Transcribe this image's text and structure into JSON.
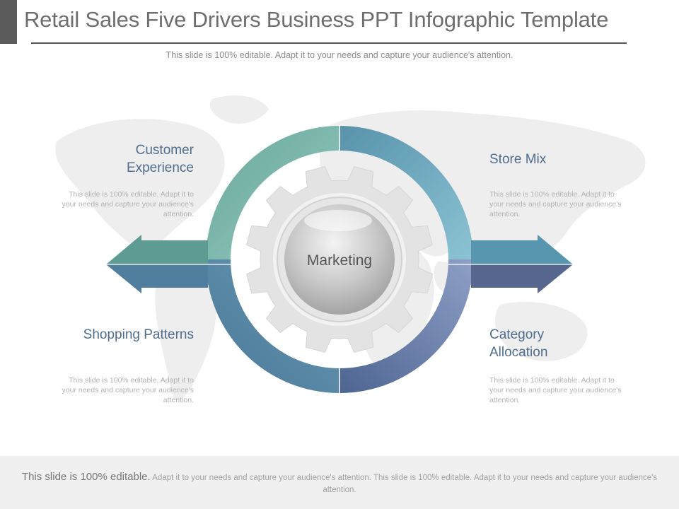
{
  "slide": {
    "title": "Retail Sales Five Drivers Business PPT Infographic Template",
    "subtitle": "This slide is 100% editable. Adapt it to your needs and capture your audience's attention."
  },
  "center": {
    "label": "Marketing"
  },
  "drivers": [
    {
      "heading": "Customer Experience",
      "body": "This slide is 100% editable. Adapt it to your needs and capture your audience's attention.",
      "color": "#5aa69a"
    },
    {
      "heading": "Store Mix",
      "body": "This slide is 100% editable. Adapt it to your needs and capture your audience's attention.",
      "color": "#5b98b0"
    },
    {
      "heading": "Shopping Patterns",
      "body": "This slide is 100% editable. Adapt it to your needs and capture your audience's attention.",
      "color": "#4f7fa0"
    },
    {
      "heading": "Category Allocation",
      "body": "This slide is 100% editable. Adapt it to your needs and capture your audience's attention.",
      "color": "#5a6d9e"
    }
  ],
  "footer": {
    "lead": "This slide is 100% editable.",
    "text": "Adapt it to your needs and capture your audience's attention. This slide is 100% editable. Adapt it to your needs and capture your audience's attention."
  }
}
